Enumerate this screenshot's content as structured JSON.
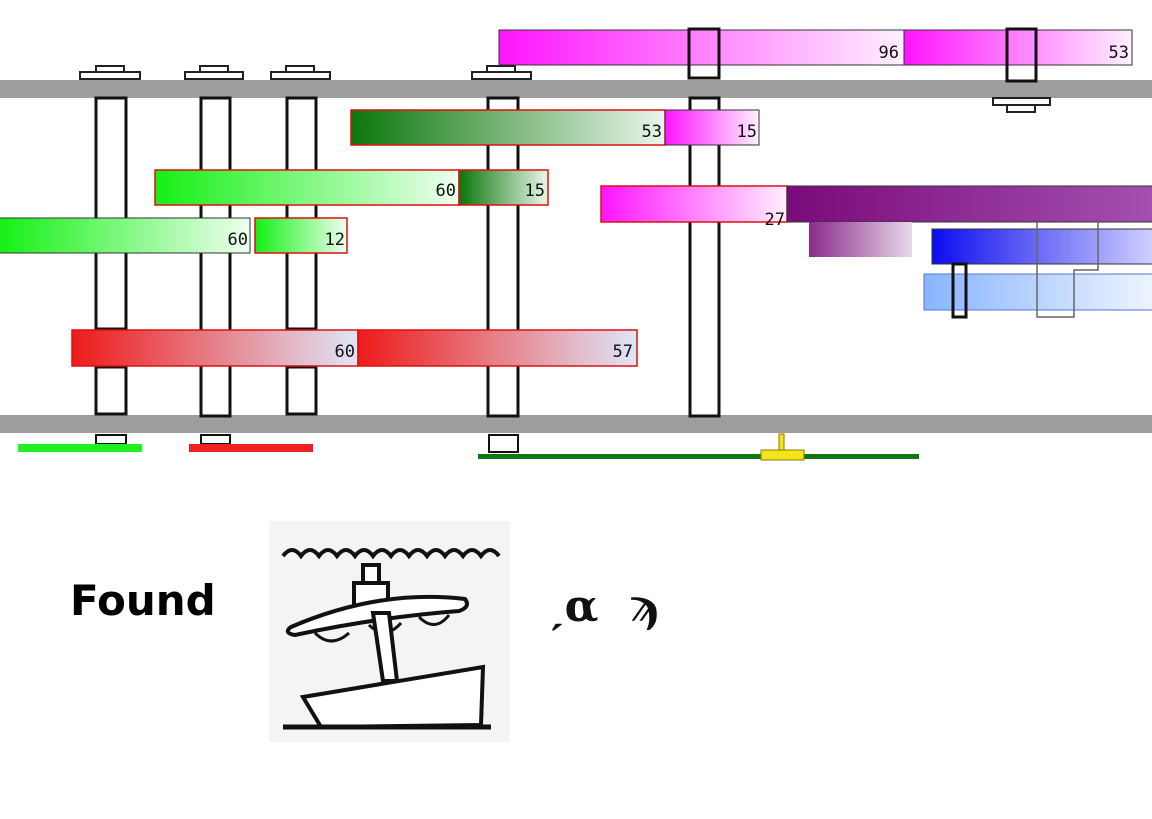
{
  "colors": {
    "rail": "#9e9e9e",
    "green": "#22ee22",
    "dark_green": "#117711",
    "magenta": "#ff22ff",
    "purple": "#881188",
    "blue": "#1111ee",
    "light_blue": "#88b8ff",
    "red": "#ee2222",
    "yellow": "#f2e41a"
  },
  "bars": {
    "magenta_top_a": "96",
    "magenta_top_b": "53",
    "darkgreen_a": "53",
    "magenta_mid": "15",
    "green_a": "60",
    "darkgreen_b": "15",
    "magenta_purple": "27",
    "green_b": "60",
    "green_c": "12",
    "red_a": "60",
    "red_b": "57"
  },
  "caption": {
    "found": "Found",
    "glyphs": "ˏα  ϡ"
  },
  "icons": {
    "ship": "ship-icon"
  }
}
